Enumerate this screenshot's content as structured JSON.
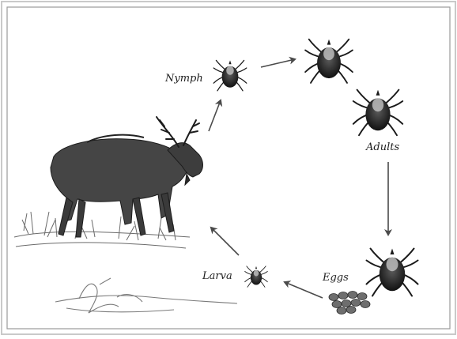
{
  "diagram": {
    "stages": {
      "nymph": "Nymph",
      "adults": "Adults",
      "eggs": "Eggs",
      "larva": "Larva"
    },
    "host_icon": "moose-icon",
    "signature": "artist-signature"
  }
}
